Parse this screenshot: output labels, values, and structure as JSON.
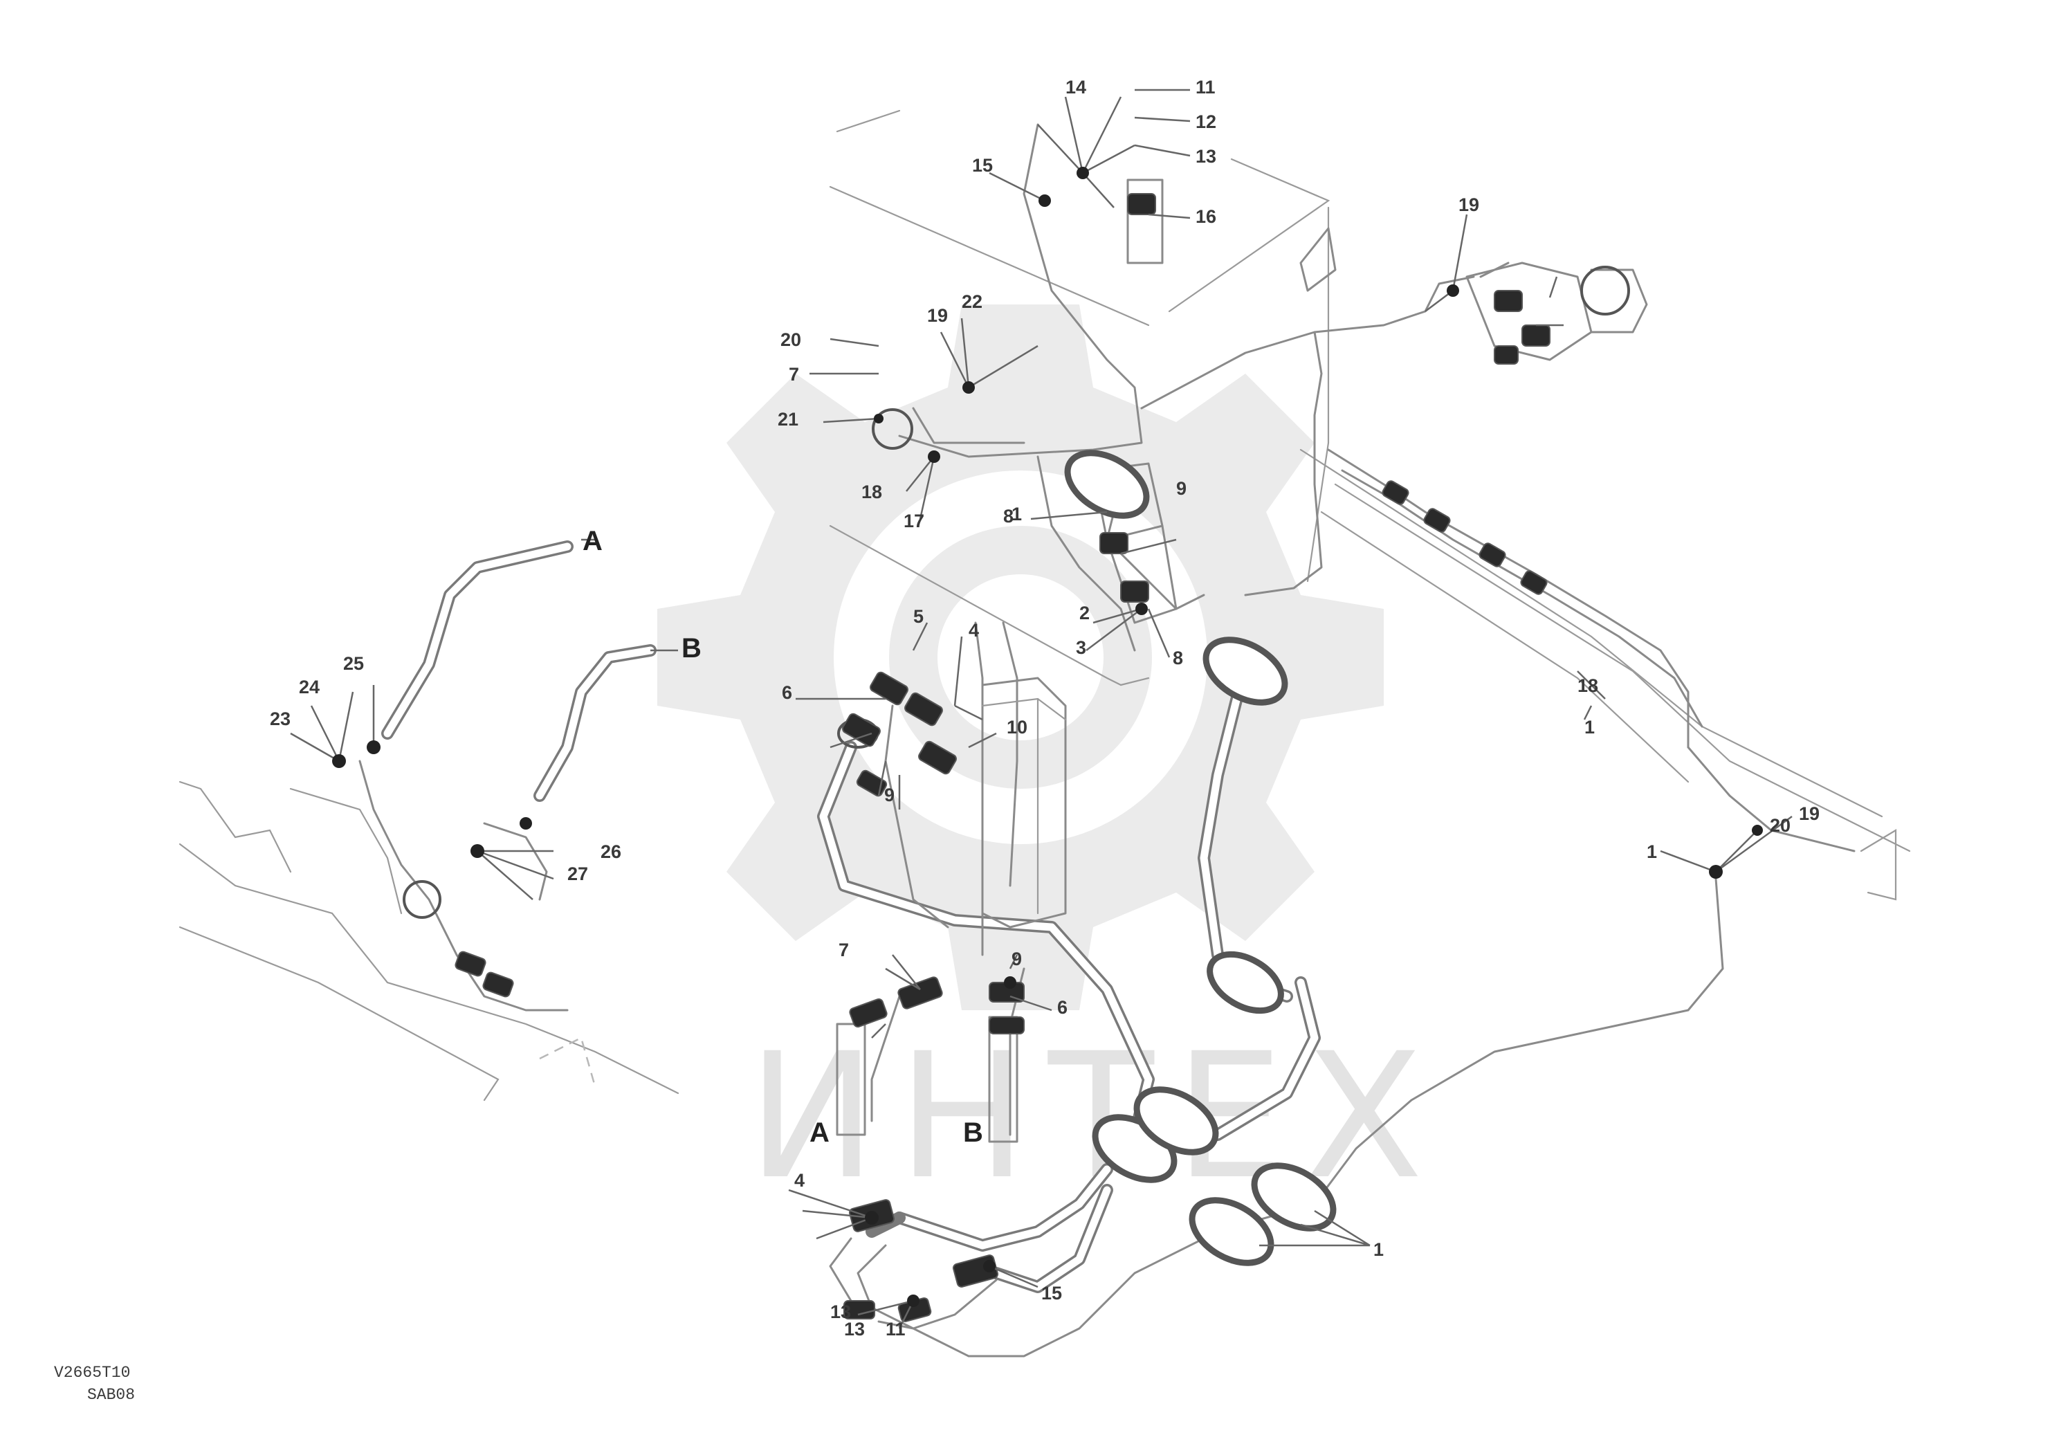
{
  "watermark": {
    "text": "ИНТЕХ"
  },
  "reference_letters": [
    "A",
    "B",
    "A",
    "B"
  ],
  "callouts": [
    "11",
    "12",
    "13",
    "14",
    "15",
    "16",
    "20",
    "7",
    "21",
    "19",
    "22",
    "18",
    "19",
    "17",
    "18",
    "8",
    "9",
    "23",
    "24",
    "25",
    "26",
    "27",
    "5",
    "6",
    "4",
    "2",
    "3",
    "8",
    "9",
    "10",
    "7",
    "6",
    "4",
    "11",
    "9",
    "15",
    "13",
    "13",
    "1",
    "1",
    "1",
    "20",
    "19",
    "1"
  ],
  "figure_id": {
    "line1": "V2665T10",
    "line2": "SAB08"
  }
}
